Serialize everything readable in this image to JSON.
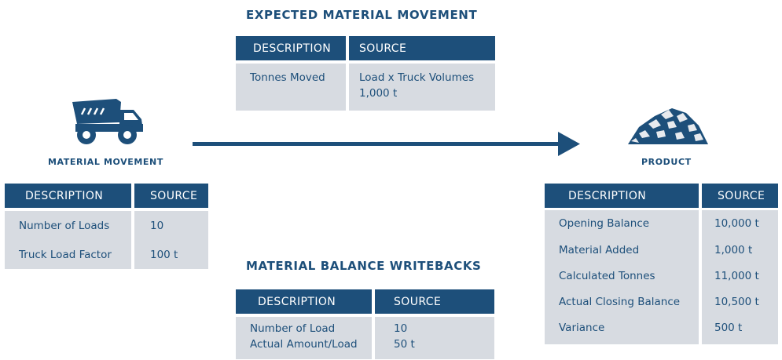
{
  "colors": {
    "navy": "#1d4f7a",
    "cell_bg": "#d7dbe1",
    "background": "#ffffff"
  },
  "icons": {
    "source": "dump-truck-icon",
    "target": "ore-pile-icon",
    "flow": "right-arrow"
  },
  "expected": {
    "title": "EXPECTED MATERIAL MOVEMENT",
    "headers": [
      "DESCRIPTION",
      "SOURCE"
    ],
    "row": {
      "description": "Tonnes Moved",
      "source": [
        "Load x Truck Volumes",
        "1,000 t"
      ]
    }
  },
  "movement": {
    "label": "MATERIAL MOVEMENT",
    "headers": [
      "DESCRIPTION",
      "SOURCE"
    ],
    "rows": [
      {
        "description": "Number of Loads",
        "source": "10"
      },
      {
        "description": "Truck Load Factor",
        "source": "100 t"
      }
    ]
  },
  "product": {
    "label": "PRODUCT",
    "headers": [
      "DESCRIPTION",
      "SOURCE"
    ],
    "rows": [
      {
        "description": "Opening Balance",
        "source": "10,000 t"
      },
      {
        "description": "Material Added",
        "source": "1,000 t"
      },
      {
        "description": "Calculated Tonnes",
        "source": "11,000 t"
      },
      {
        "description": "Actual Closing Balance",
        "source": "10,500 t"
      },
      {
        "description": "Variance",
        "source": "500 t"
      }
    ]
  },
  "writebacks": {
    "title": "MATERIAL BALANCE WRITEBACKS",
    "headers": [
      "DESCRIPTION",
      "SOURCE"
    ],
    "row": {
      "description": [
        "Number of Load",
        "Actual Amount/Load"
      ],
      "source": [
        "10",
        "50 t"
      ]
    }
  }
}
